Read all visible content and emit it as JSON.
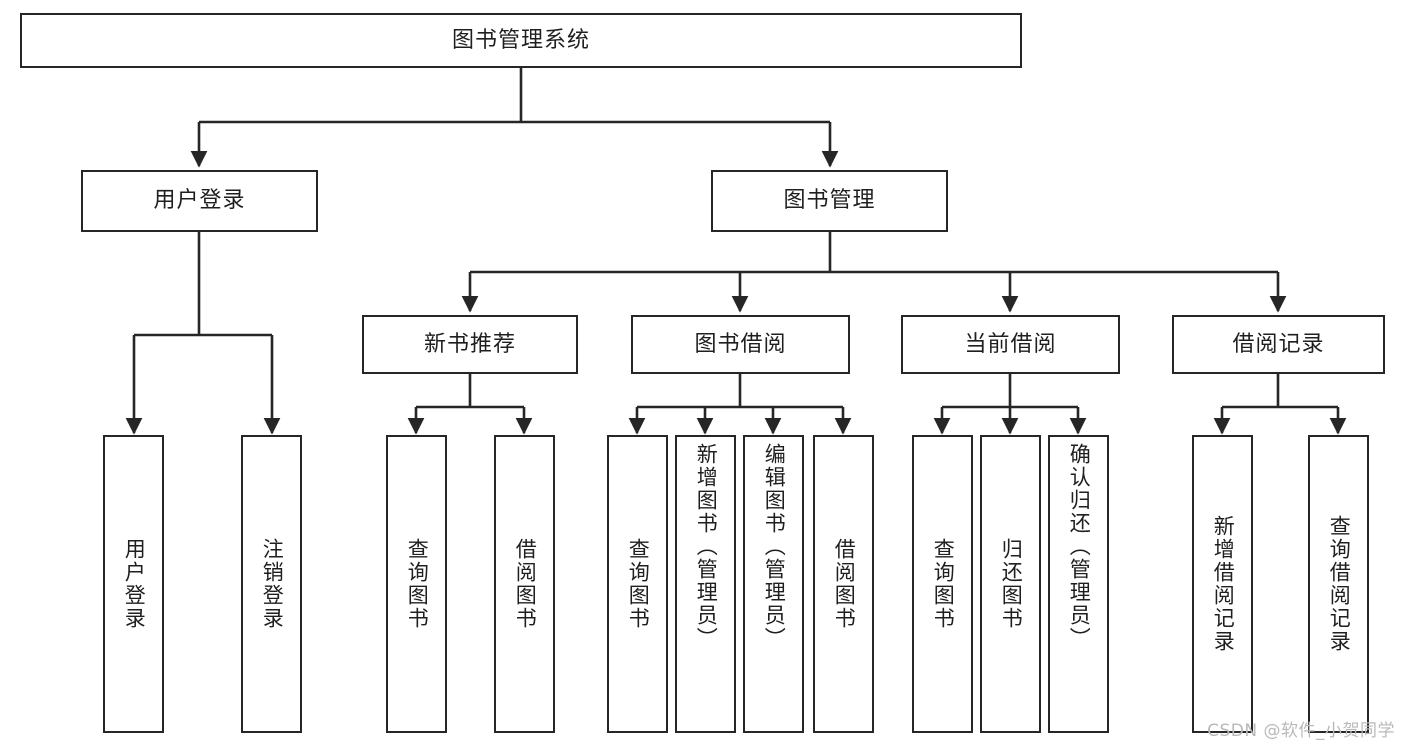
{
  "diagram": {
    "title": "图书管理系统",
    "watermark": "CSDN @软件_小贺同学",
    "root": {
      "label": "图书管理系统"
    },
    "level2": [
      {
        "label": "用户登录"
      },
      {
        "label": "图书管理"
      }
    ],
    "level3": [
      {
        "label": "新书推荐"
      },
      {
        "label": "图书借阅"
      },
      {
        "label": "当前借阅"
      },
      {
        "label": "借阅记录"
      }
    ],
    "leaves": {
      "user_login": [
        {
          "label": "用户登录"
        },
        {
          "label": "注销登录"
        }
      ],
      "new_book_recommend": [
        {
          "label": "查询图书"
        },
        {
          "label": "借阅图书"
        }
      ],
      "book_borrow": [
        {
          "label": "查询图书"
        },
        {
          "label": "新增图书（管理员）"
        },
        {
          "label": "编辑图书（管理员）"
        },
        {
          "label": "借阅图书"
        }
      ],
      "current_borrow": [
        {
          "label": "查询图书"
        },
        {
          "label": "归还图书"
        },
        {
          "label": "确认归还（管理员）"
        }
      ],
      "borrow_record": [
        {
          "label": "新增借阅记录"
        },
        {
          "label": "查询借阅记录"
        }
      ]
    },
    "colors": {
      "stroke": "#262626",
      "fill": "#ffffff",
      "text": "#1f1f1f",
      "watermark": "#b9b9b9"
    }
  }
}
